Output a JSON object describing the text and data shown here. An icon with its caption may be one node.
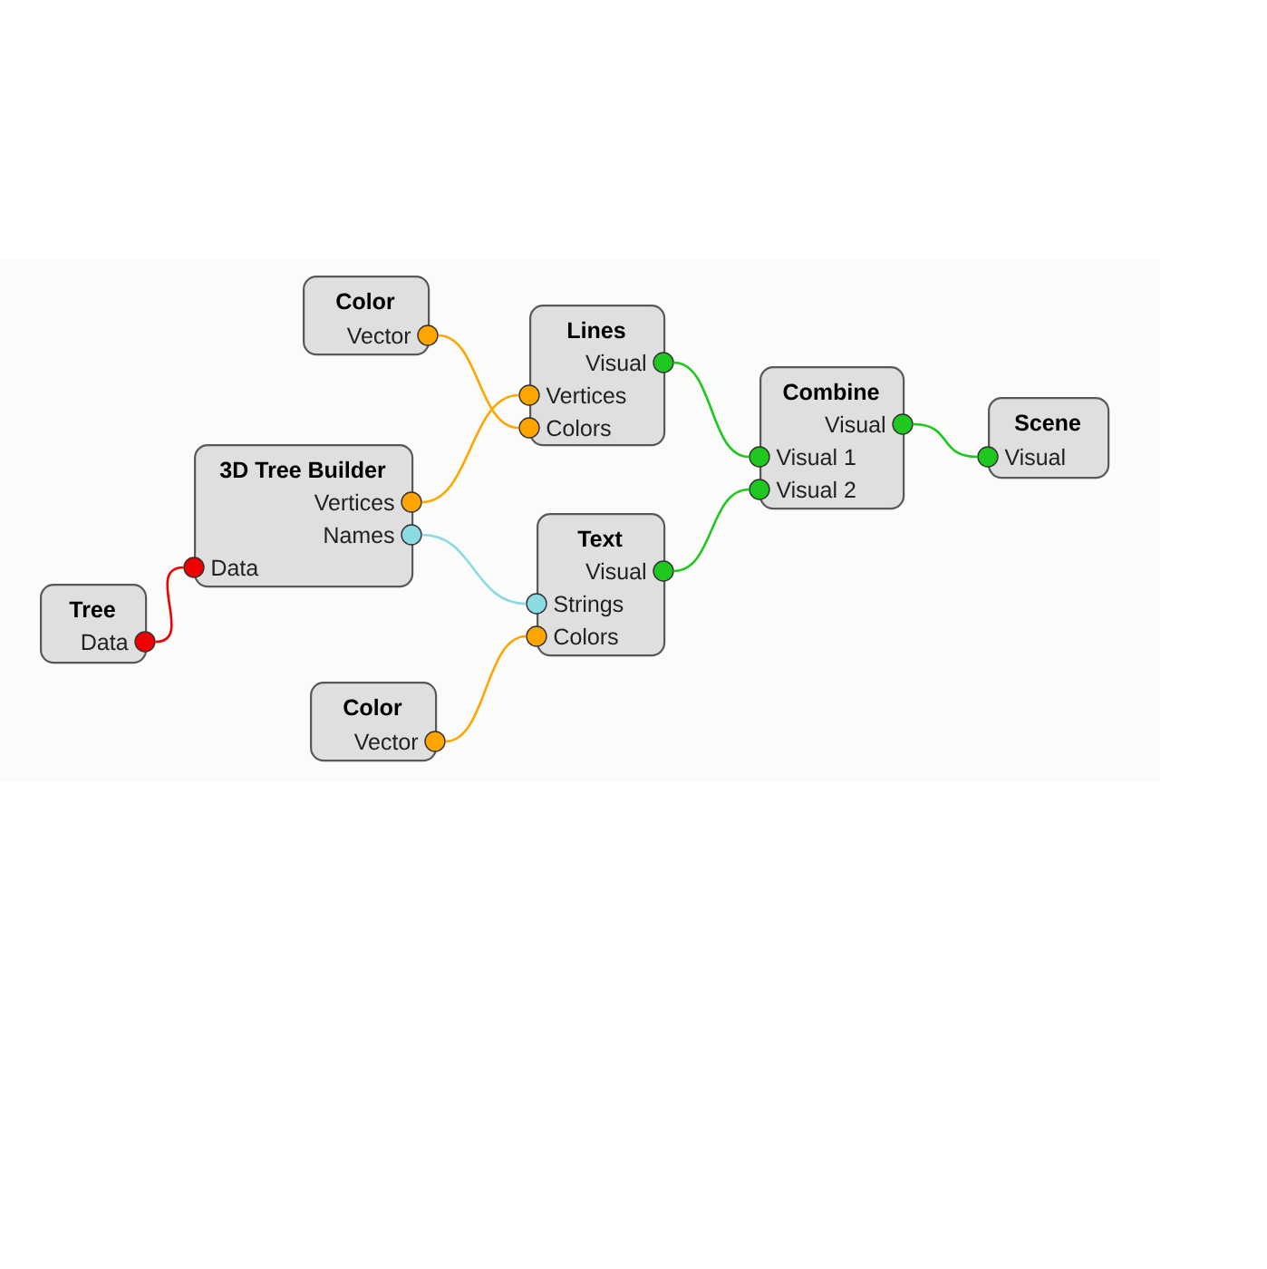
{
  "diagram": {
    "nodes": [
      {
        "text": [
          "Color"
        ]
      },
      {
        "text": [
          "Vector"
        ],
        "in": 0
      },
      {
        "text": [
          "Lines"
        ]
      },
      {
        "text": [
          "Visual"
        ],
        "in": 2
      },
      {
        "text": [
          "Vertices"
        ],
        "in": 2
      },
      {
        "text": [
          "Colors"
        ],
        "in": 2
      },
      {
        "text": [
          "Combine"
        ]
      },
      {
        "text": [
          "Visual"
        ],
        "in": 6
      },
      {
        "text": [
          "Visual 1"
        ],
        "in": 6
      },
      {
        "text": [
          "Visual 2"
        ],
        "in": 6
      },
      {
        "text": [
          "Scene"
        ]
      },
      {
        "text": [
          "Visual"
        ],
        "in": 10
      },
      {
        "text": [
          "3D Tree Builder"
        ]
      },
      {
        "text": [
          "Vertices"
        ],
        "in": 12
      },
      {
        "text": [
          "Names"
        ],
        "in": 12
      },
      {
        "text": [
          "Data"
        ],
        "in": 12
      },
      {
        "text": [
          "Text"
        ]
      },
      {
        "text": [
          "Visual"
        ],
        "in": 16
      },
      {
        "text": [
          "Strings"
        ],
        "in": 16
      },
      {
        "text": [
          "Colors"
        ],
        "in": 16
      },
      {
        "text": [
          "Tree"
        ]
      },
      {
        "text": [
          "Data"
        ],
        "in": 20
      },
      {
        "text": [
          "Color"
        ]
      },
      {
        "text": [
          "Vector"
        ],
        "in": 22
      }
    ],
    "edges": [
      {
        "from": 1,
        "to": 5,
        "arrow": "none",
        "color": "#ffa500"
      },
      {
        "from": 13,
        "to": 4,
        "arrow": "none",
        "color": "#ffa500"
      },
      {
        "from": 3,
        "to": 8,
        "arrow": "none",
        "color": "#1ec81e"
      },
      {
        "from": 7,
        "to": 11,
        "arrow": "none",
        "color": "#1ec81e"
      },
      {
        "from": 14,
        "to": 18,
        "arrow": "none",
        "color": "#8adce2"
      },
      {
        "from": 17,
        "to": 9,
        "arrow": "none",
        "color": "#1ec81e"
      },
      {
        "from": 21,
        "to": 15,
        "arrow": "none",
        "color": "#f00000"
      },
      {
        "from": 23,
        "to": 19,
        "arrow": "none",
        "color": "#ffa500"
      }
    ]
  }
}
